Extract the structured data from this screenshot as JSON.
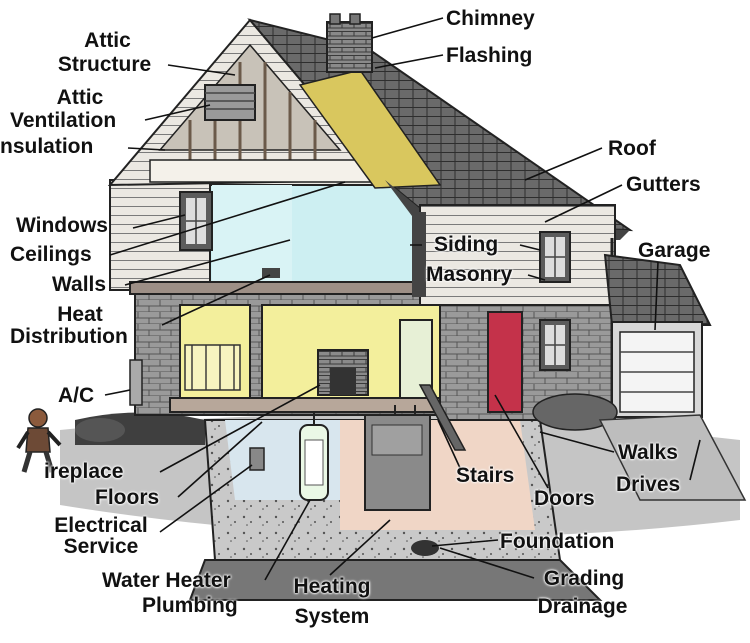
{
  "labels": {
    "chimney": "Chimney",
    "flashing": "Flashing",
    "attic_structure_1": "Attic",
    "attic_structure_2": "Structure",
    "attic_vent_1": "Attic",
    "attic_vent_2": "Ventilation",
    "insulation": "nsulation",
    "roof": "Roof",
    "gutters": "Gutters",
    "windows": "Windows",
    "ceilings": "Ceilings",
    "walls": "Walls",
    "heat_1": "Heat",
    "heat_2": "Distribution",
    "siding": "Siding",
    "masonry": "Masonry",
    "garage": "Garage",
    "ac": "A/C",
    "fireplace": "ireplace",
    "floors": "Floors",
    "electrical_1": "Electrical",
    "electrical_2": "Service",
    "water_heater": "Water Heater",
    "plumbing": "Plumbing",
    "heating_1": "Heating",
    "heating_2": "System",
    "stairs": "Stairs",
    "doors": "Doors",
    "walks": "Walks",
    "drives": "Drives",
    "foundation": "Foundation",
    "grading": "Grading",
    "drainage": "Drainage"
  },
  "colors": {
    "roof": "#5e5e5e",
    "attic_wall": "#c8c2b8",
    "insulation": "#d9c75e",
    "room_upper": "#cdeff2",
    "room_main": "#f3ef9c",
    "brick": "#8c8c8c",
    "siding": "#e9e6e0",
    "door": "#c4324a",
    "basement_left": "#d8e6ee",
    "basement_right": "#f0d6c6",
    "water_heater": "#eaf8e6",
    "garage_door": "#f4f4f4"
  }
}
